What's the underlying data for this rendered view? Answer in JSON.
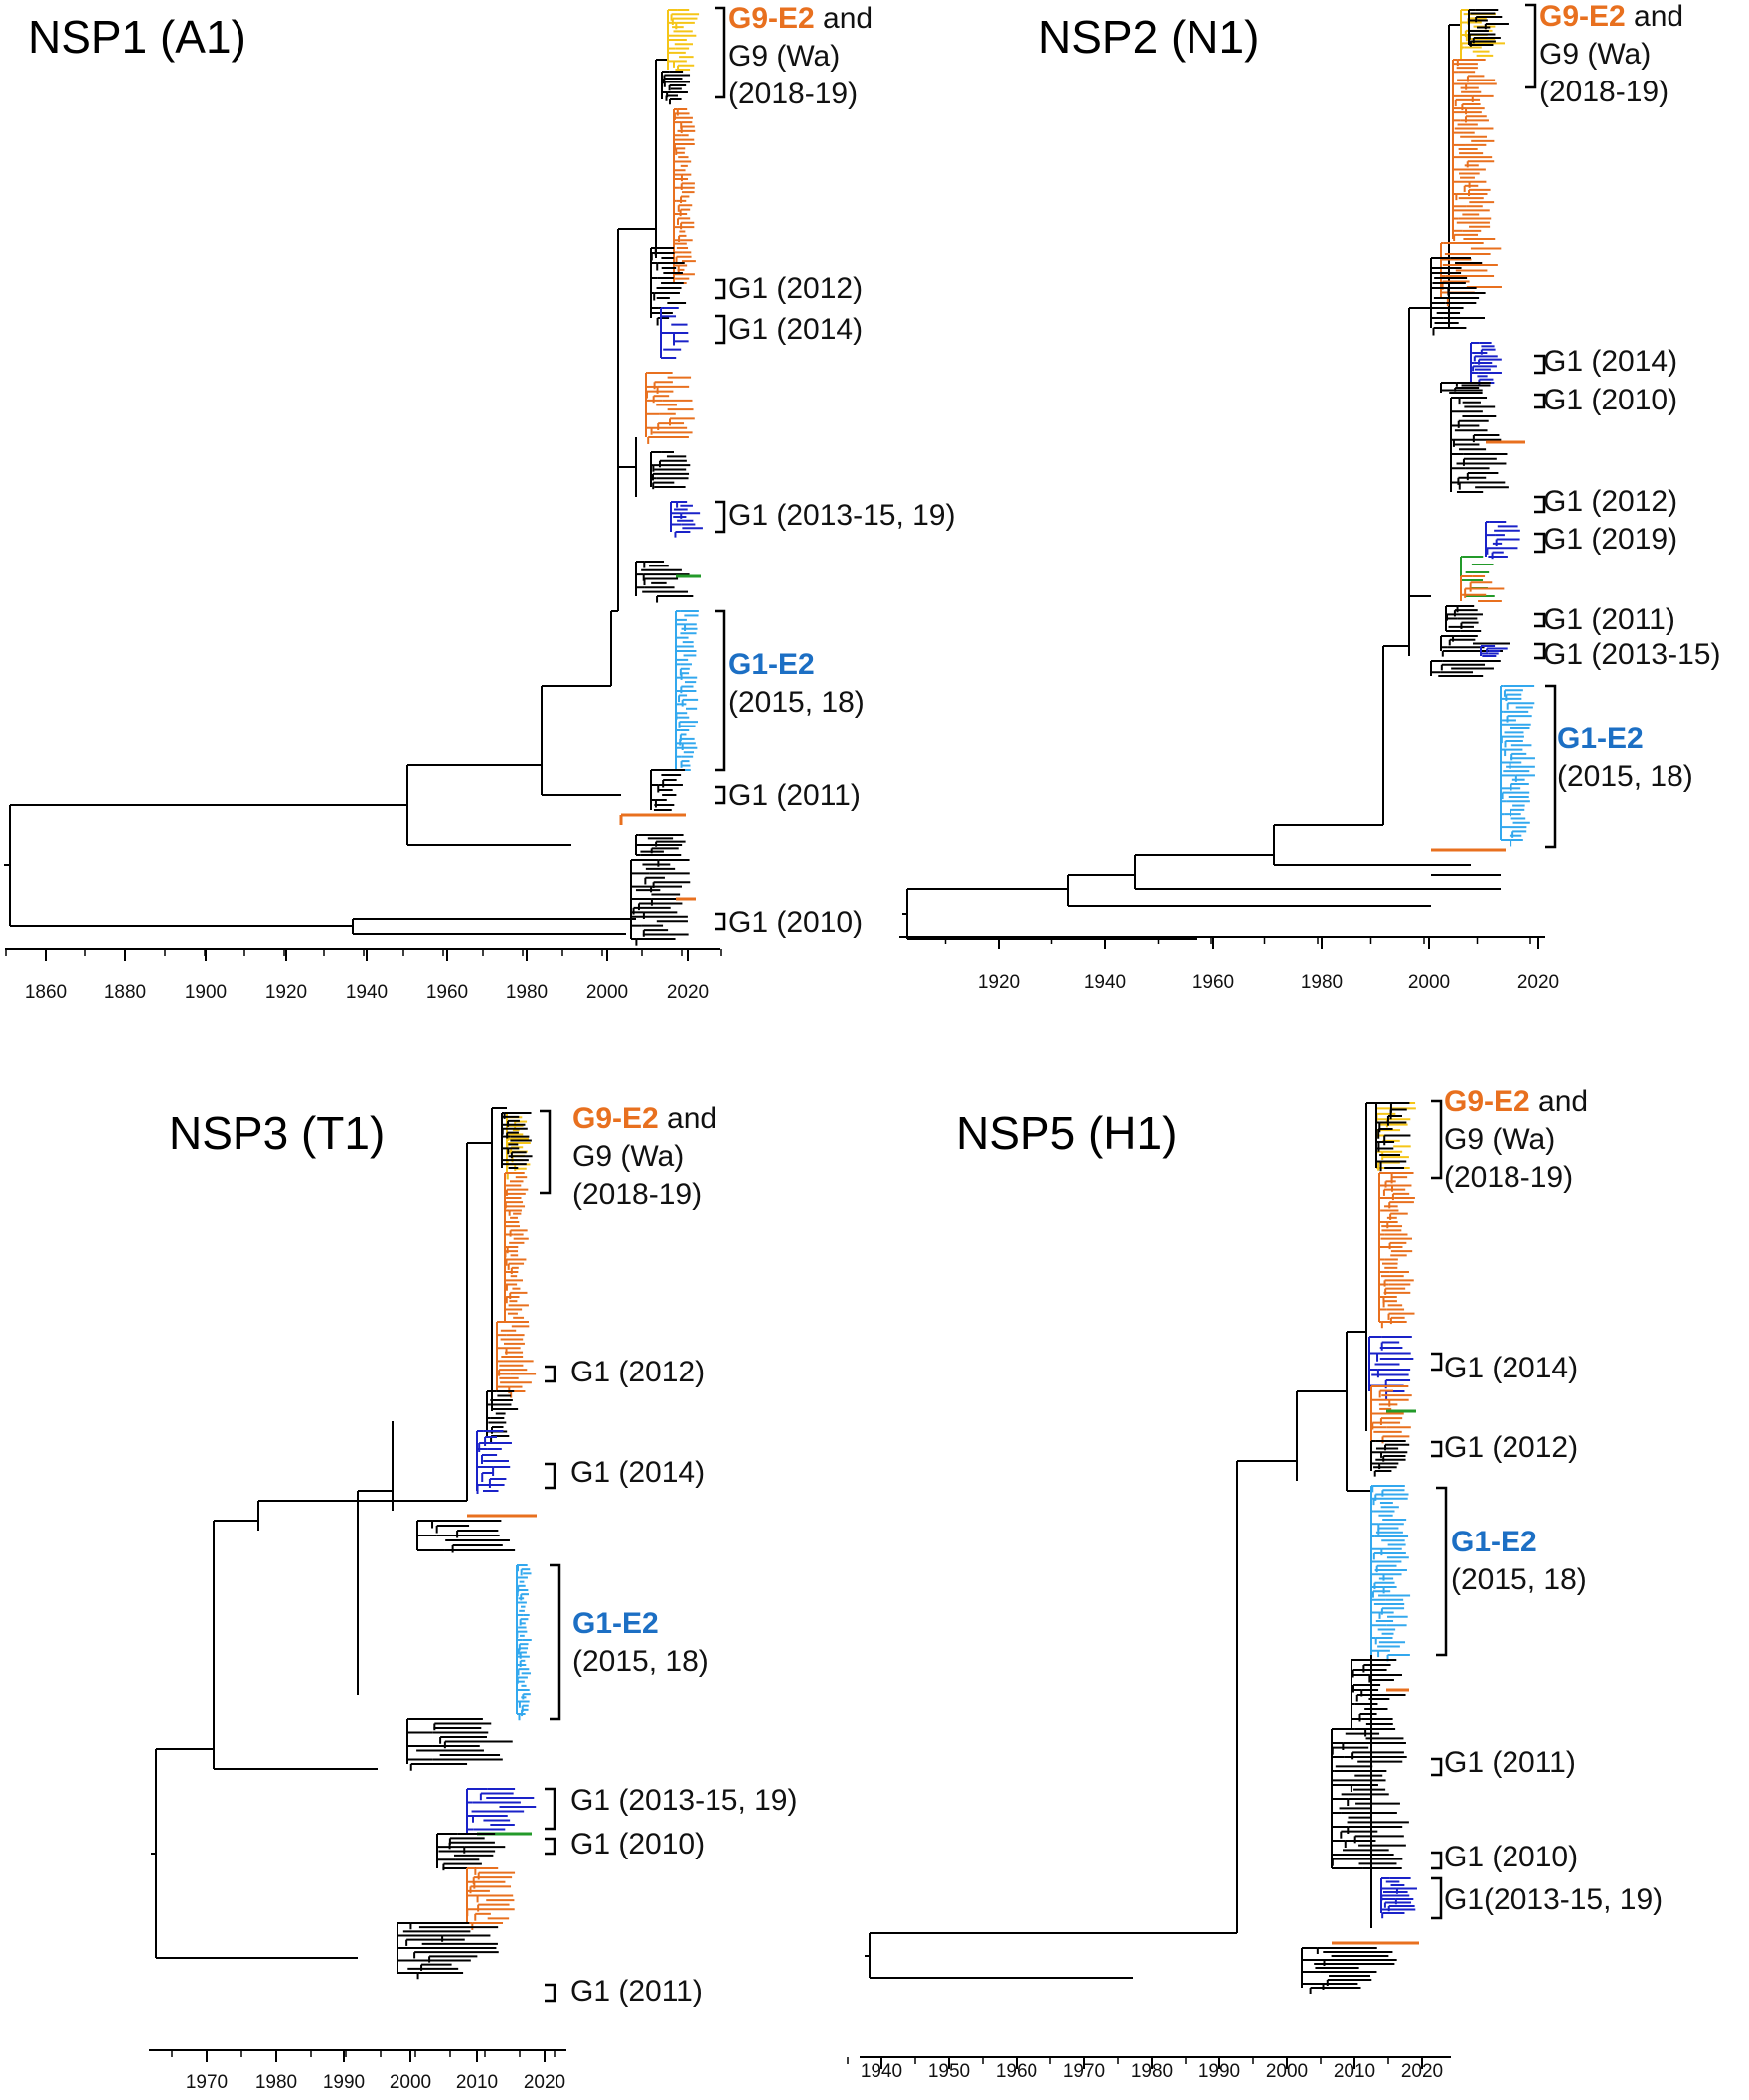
{
  "colors": {
    "orange": "#e8701f",
    "yellow": "#f5c518",
    "dark_blue": "#1a22c8",
    "light_blue": "#33a8ee",
    "green": "#239a2a",
    "black": "#000000",
    "title_blue": "#1c6fc4"
  },
  "panels": [
    {
      "title": "NSP1 (A1)",
      "axis_ticks": [
        "1860",
        "1880",
        "1900",
        "1920",
        "1940",
        "1960",
        "1980",
        "2000",
        "2020"
      ],
      "clades": [
        {
          "highlight": "G9-E2",
          "highlight_color": "orange",
          "rest": " and",
          "line2": "G9 (Wa)",
          "line3": "(2018-19)"
        },
        {
          "text": "G1 (2012)"
        },
        {
          "text": "G1 (2014)"
        },
        {
          "text": "G1 (2013-15, 19)"
        },
        {
          "highlight": "G1-E2",
          "highlight_color": "title_blue",
          "rest": "",
          "line2": "(2015, 18)"
        },
        {
          "text": "G1 (2011)"
        },
        {
          "text": "G1 (2010)"
        }
      ]
    },
    {
      "title": "NSP2 (N1)",
      "axis_ticks": [
        "1920",
        "1940",
        "1960",
        "1980",
        "2000",
        "2020"
      ],
      "clades": [
        {
          "highlight": "G9-E2",
          "highlight_color": "orange",
          "rest": " and",
          "line2": "G9 (Wa)",
          "line3": "(2018-19)"
        },
        {
          "text": "G1 (2014)"
        },
        {
          "text": "G1 (2010)"
        },
        {
          "text": "G1 (2012)"
        },
        {
          "text": "G1 (2019)"
        },
        {
          "text": "G1 (2011)"
        },
        {
          "text": "G1 (2013-15)"
        },
        {
          "highlight": "G1-E2",
          "highlight_color": "title_blue",
          "rest": "",
          "line2": "(2015, 18)"
        }
      ]
    },
    {
      "title": "NSP3 (T1)",
      "axis_ticks": [
        "1970",
        "1980",
        "1990",
        "2000",
        "2010",
        "2020"
      ],
      "clades": [
        {
          "highlight": "G9-E2",
          "highlight_color": "orange",
          "rest": " and",
          "line2": "G9 (Wa)",
          "line3": "(2018-19)"
        },
        {
          "text": "G1 (2012)"
        },
        {
          "text": "G1 (2014)"
        },
        {
          "highlight": "G1-E2",
          "highlight_color": "title_blue",
          "rest": "",
          "line2": "(2015, 18)"
        },
        {
          "text": "G1 (2013-15, 19)"
        },
        {
          "text": "G1 (2010)"
        },
        {
          "text": "G1 (2011)"
        }
      ]
    },
    {
      "title": "NSP5 (H1)",
      "axis_ticks": [
        "1940",
        "1950",
        "1960",
        "1970",
        "1980",
        "1990",
        "2000",
        "2010",
        "2020"
      ],
      "clades": [
        {
          "highlight": "G9-E2",
          "highlight_color": "orange",
          "rest": " and",
          "line2": "G9 (Wa)",
          "line3": "(2018-19)"
        },
        {
          "text": "G1 (2014)"
        },
        {
          "text": "G1 (2012)"
        },
        {
          "highlight": "G1-E2",
          "highlight_color": "title_blue",
          "rest": "",
          "line2": "(2015, 18)"
        },
        {
          "text": "G1 (2011)"
        },
        {
          "text": "G1 (2010)"
        },
        {
          "text": "G1(2013-15, 19)"
        }
      ]
    }
  ]
}
